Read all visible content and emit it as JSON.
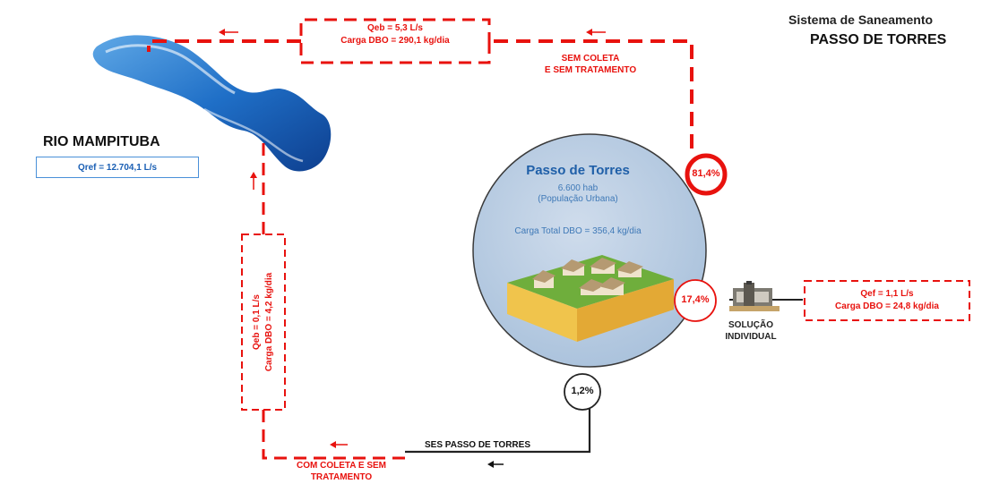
{
  "header": {
    "line1": "Sistema de Saneamento",
    "line2": "PASSO DE TORRES"
  },
  "river": {
    "name": "RIO MAMPITUBA",
    "qref": "Qref = 12.704,1 L/s"
  },
  "top_box": {
    "line1": "Qeb = 5,3 L/s",
    "line2": "Carga DBO = 290,1 kg/dia"
  },
  "sem_coleta": {
    "line1": "SEM COLETA",
    "line2": "E SEM TRATAMENTO"
  },
  "city": {
    "name": "Passo de Torres",
    "population": "6.600 hab",
    "population_note": "(População Urbana)",
    "load": "Carga Total DBO = 356,4 kg/dia"
  },
  "percentages": {
    "sem_coleta": "81,4%",
    "individual": "17,4%",
    "ses": "1,2%"
  },
  "individual": {
    "line1": "SOLUÇÃO",
    "line2": "INDIVIDUAL"
  },
  "right_box": {
    "line1": "Qef = 1,1 L/s",
    "line2": "Carga DBO = 24,8 kg/dia"
  },
  "ses_label": "SES PASSO DE TORRES",
  "com_coleta": {
    "line1": "COM COLETA E SEM",
    "line2": "TRATAMENTO"
  },
  "left_box": {
    "line1": "Qeb = 0,1 L/s",
    "line2": "Carga DBO = 4,2 kg/dia"
  },
  "colors": {
    "red": "#e8120e",
    "blue": "#1f5fa8",
    "city_fill": "#b9cde3"
  }
}
